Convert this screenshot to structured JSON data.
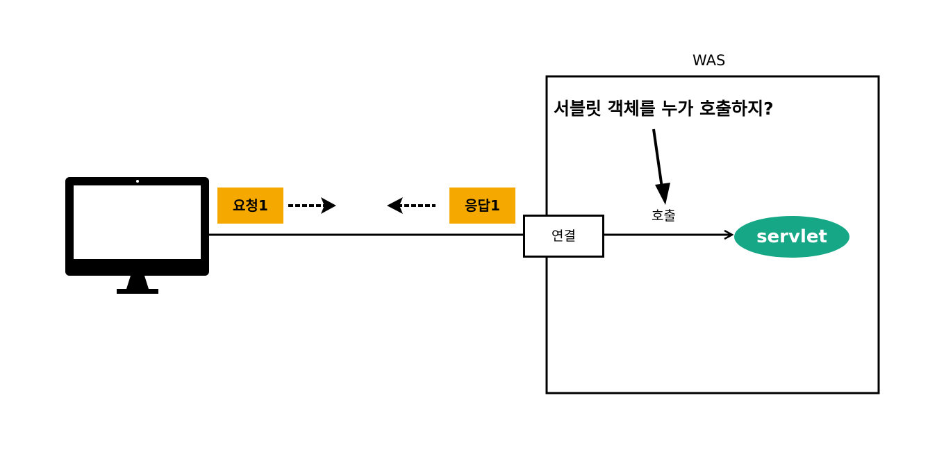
{
  "was": {
    "label": "WAS"
  },
  "question": {
    "text": "서블릿 객체를 누가 호출하지?"
  },
  "request": {
    "label": "요청1"
  },
  "response": {
    "label": "응답1"
  },
  "connection": {
    "label": "연결"
  },
  "call": {
    "label": "호출"
  },
  "servlet": {
    "label": "servlet"
  },
  "colors": {
    "tag_fill": "#f5a800",
    "servlet_fill": "#16a886",
    "line": "#000000"
  },
  "icons": {
    "client": "monitor-icon"
  }
}
